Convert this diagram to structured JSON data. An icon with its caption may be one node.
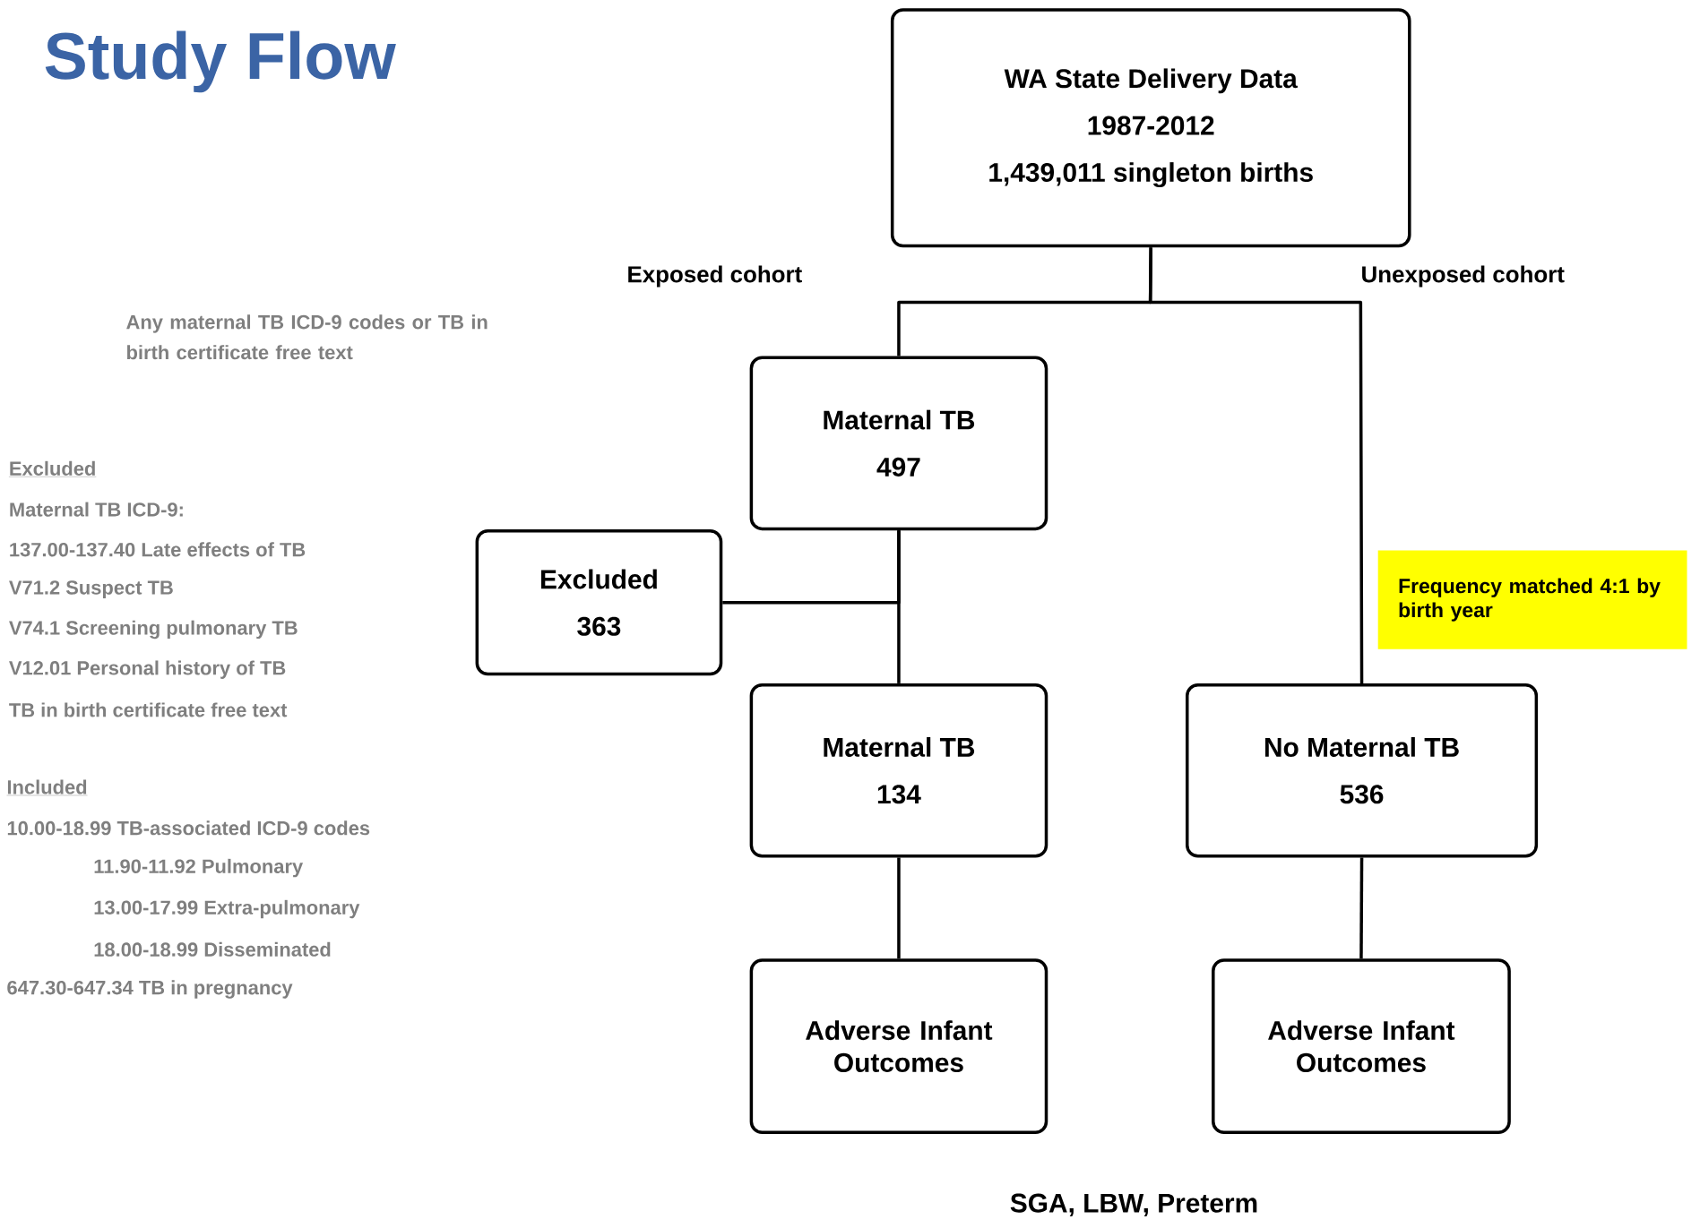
{
  "diagram": {
    "title": "Study Flow",
    "nodes": [
      {
        "text": [
          "WA State Delivery Data",
          "1987-2012",
          "1,439,011 singleton births"
        ]
      },
      {
        "text": [
          "Maternal TB",
          "497"
        ]
      },
      {
        "text": [
          "Excluded",
          "363"
        ]
      },
      {
        "text": [
          "Maternal TB",
          "134"
        ]
      },
      {
        "text": [
          "No Maternal TB",
          "536"
        ]
      },
      {
        "text": [
          "Adverse Infant Outcomes"
        ]
      },
      {
        "text": [
          "Adverse Infant Outcomes"
        ]
      },
      {
        "text": [
          "Frequency matched 4:1 by birth year"
        ]
      }
    ],
    "edges": [
      {
        "from": 0,
        "to": 1,
        "arrow": "none"
      },
      {
        "from": 0,
        "to": 4,
        "arrow": "none"
      },
      {
        "from": 1,
        "to": 3,
        "arrow": "none"
      },
      {
        "from": 1,
        "to": 2,
        "arrow": "none"
      },
      {
        "from": 3,
        "to": 5,
        "arrow": "none"
      },
      {
        "from": 4,
        "to": 6,
        "arrow": "none"
      }
    ],
    "labels": [
      "Exposed cohort",
      "Unexposed cohort",
      "Any maternal TB ICD-9 codes or TB in birth certificate free text",
      "Excluded",
      "Maternal TB ICD-9:",
      "137.00-137.40 Late effects of TB",
      "V71.2 Suspect TB",
      "V74.1 Screening pulmonary TB",
      "V12.01 Personal history of TB",
      "TB in birth certificate free text",
      "Included",
      "10.00-18.99 TB-associated ICD-9 codes",
      "11.90-11.92 Pulmonary",
      "13.00-17.99 Extra-pulmonary",
      "18.00-18.99 Disseminated",
      "647.30-647.34 TB in pregnancy",
      "SGA, LBW, Preterm"
    ]
  }
}
